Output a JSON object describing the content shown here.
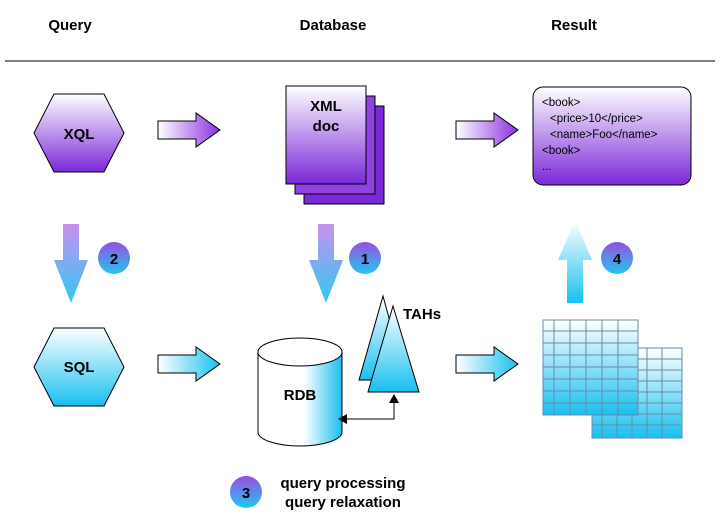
{
  "headers": {
    "query": "Query",
    "database": "Database",
    "result": "Result"
  },
  "nodes": {
    "xql": "XQL",
    "sql": "SQL",
    "xml_doc_line1": "XML",
    "xml_doc_line2": "doc",
    "rdb": "RDB",
    "tahs": "TAHs"
  },
  "result_box": {
    "lines": [
      "<book>",
      "<price>10</price>",
      "<name>Foo</name>",
      "<book>",
      "..."
    ]
  },
  "steps": {
    "step1": "1",
    "step2": "2",
    "step3": "3",
    "step4": "4"
  },
  "legend": {
    "line1": "query processing",
    "line2": "query relaxation"
  },
  "colors": {
    "purple": "#7a28d8",
    "cyan": "#20c8f0"
  }
}
